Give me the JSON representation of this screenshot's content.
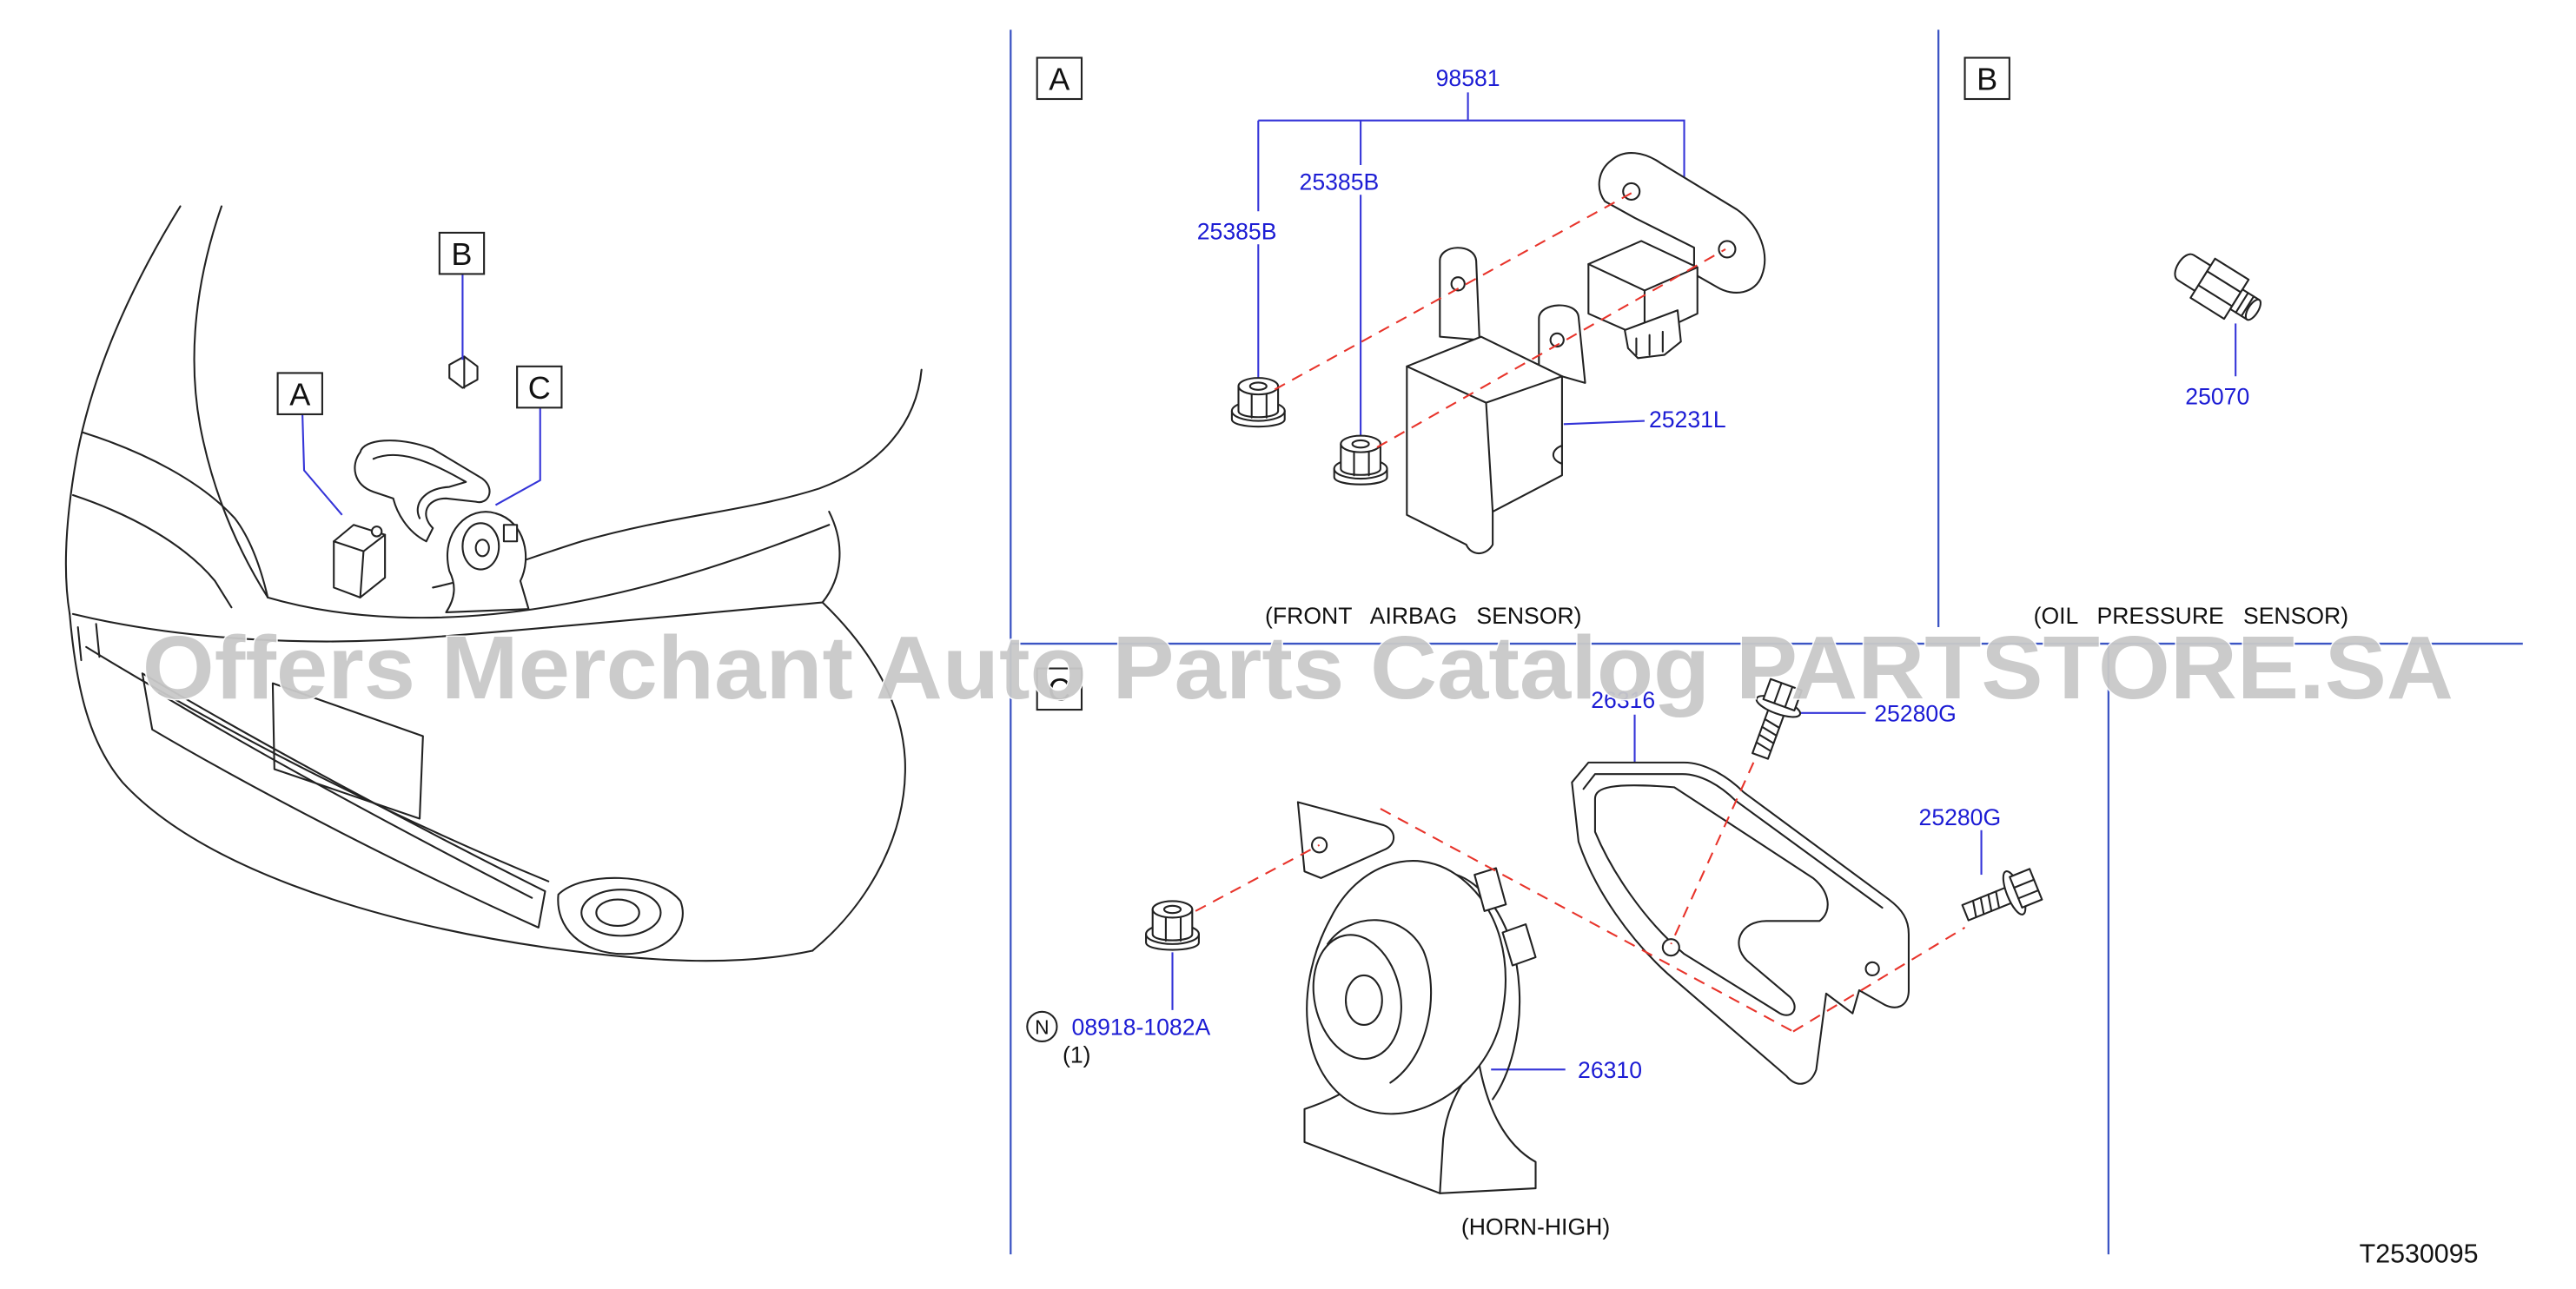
{
  "watermark": "Offers Merchant Auto Parts Catalog PARTSTORE.SA",
  "figure_code": "T2530095",
  "colors": {
    "part_label": "#1c1cd4",
    "leader_line": "#3434d8",
    "divider_line": "#3c55c4",
    "dashed_line": "#e8342b",
    "drawing": "#222222",
    "watermark": "#c9c9c9"
  },
  "overview": {
    "callout_a": "A",
    "callout_b": "B",
    "callout_c": "C"
  },
  "section_a": {
    "tag": "A",
    "caption": "(FRONT   AIRBAG   SENSOR)",
    "parts": {
      "sensor": "98581",
      "nut_right": "25385B",
      "nut_left": "25385B",
      "bracket": "25231L"
    }
  },
  "section_b": {
    "tag": "B",
    "caption": "(OIL   PRESSURE   SENSOR)",
    "parts": {
      "sensor": "25070"
    }
  },
  "section_c": {
    "tag": "C",
    "caption": "(HORN-HIGH)",
    "parts": {
      "bracket": "26316",
      "bolt_upper": "25280G",
      "bolt_right": "25280G",
      "nut_marker": "N",
      "nut": "08918-1082A",
      "nut_qty": "(1)",
      "horn": "26310"
    }
  }
}
